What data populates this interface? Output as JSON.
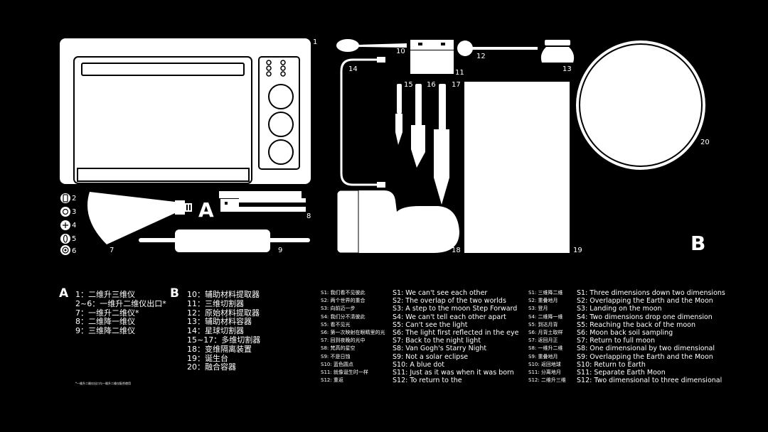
{
  "marker_a": "A",
  "marker_b": "B",
  "item_numbers": {
    "n1": "1",
    "n2": "2",
    "n3": "3",
    "n4": "4",
    "n5": "5",
    "n6": "6",
    "n7": "7",
    "n8": "8",
    "n9": "9",
    "n10": "10",
    "n11": "11",
    "n12": "12",
    "n13": "13",
    "n14": "14",
    "n15": "15",
    "n16": "16",
    "n17": "17",
    "n18": "18",
    "n19": "19",
    "n20": "20"
  },
  "legend_a": {
    "letter": "A",
    "items": [
      "1：二维升三维仪",
      "2~6：一维升二维仪出口*",
      "7：一维升二维仪*",
      "8：二维降一维仪",
      "9：三维降二维仪"
    ]
  },
  "legend_b": {
    "letter": "B",
    "items": [
      "10：辅助材料提取器",
      "11：三维切割器",
      "12：原始材料提取器",
      "13：辅助材料容器",
      "14：星球切割器",
      "15~17：多维切割器",
      "18：变维隔离装置",
      "19：诞生台",
      "20：融合容器"
    ]
  },
  "footnote": "*一维升二维仪出口与一维升二维仪配合使用",
  "scenes_left_cn": [
    "S1: 我们看不见彼此",
    "S2: 两个世界的重合",
    "S3: 向前迈一步",
    "S4: 我们分不清彼此",
    "S5: 看不见光",
    "S6: 第一次映射在眼睛里的光",
    "S7: 回到夜晚的光中",
    "S8: 梵高的星空",
    "S9: 不是日蚀",
    "S10: 蓝色圆点",
    "S11: 就像诞生时一样",
    "S12: 重返"
  ],
  "scenes_left_en": [
    "S1: We can't see each other",
    "S2: The overlap of the two worlds",
    "S3: A step to the moon   Step Forward",
    "S4: We can't tell each other apart",
    "S5: Can't see the light",
    "S6: The light first reflected in the eye",
    "S7: Back to the night light",
    "S8: Van Gogh's Starry Night",
    "S9: Not a solar eclipse",
    "S10: A blue dot",
    "S11: Just as it was when it was born",
    "S12: To return to the"
  ],
  "scenes_right_cn": [
    "S1: 三维降二维",
    "S2: 重叠地月",
    "S3: 登月",
    "S4: 二维降一维",
    "S5: 到达月背",
    "S6: 月背土取样",
    "S7: 返回月正",
    "S8: 一维升二维",
    "S9: 重叠地月",
    "S10: 返回地球",
    "S11: 分离地月",
    "S12: 二维升三维"
  ],
  "scenes_right_en": [
    "S1: Three dimensions down two dimensions",
    "S2: Overlapping the Earth and the Moon",
    "S3: Landing on the moon",
    "S4: Two dimensions drop one dimension",
    "S5: Reaching the back of the moon",
    "S6: Moon back soil sampling",
    "S7: Return to full moon",
    "S8: One dimensional by two dimensional",
    "S9: Overlapping the Earth and the Moon",
    "S10: Return to Earth",
    "S11: Separate Earth Moon",
    "S12: Two dimensional to three dimensional"
  ]
}
